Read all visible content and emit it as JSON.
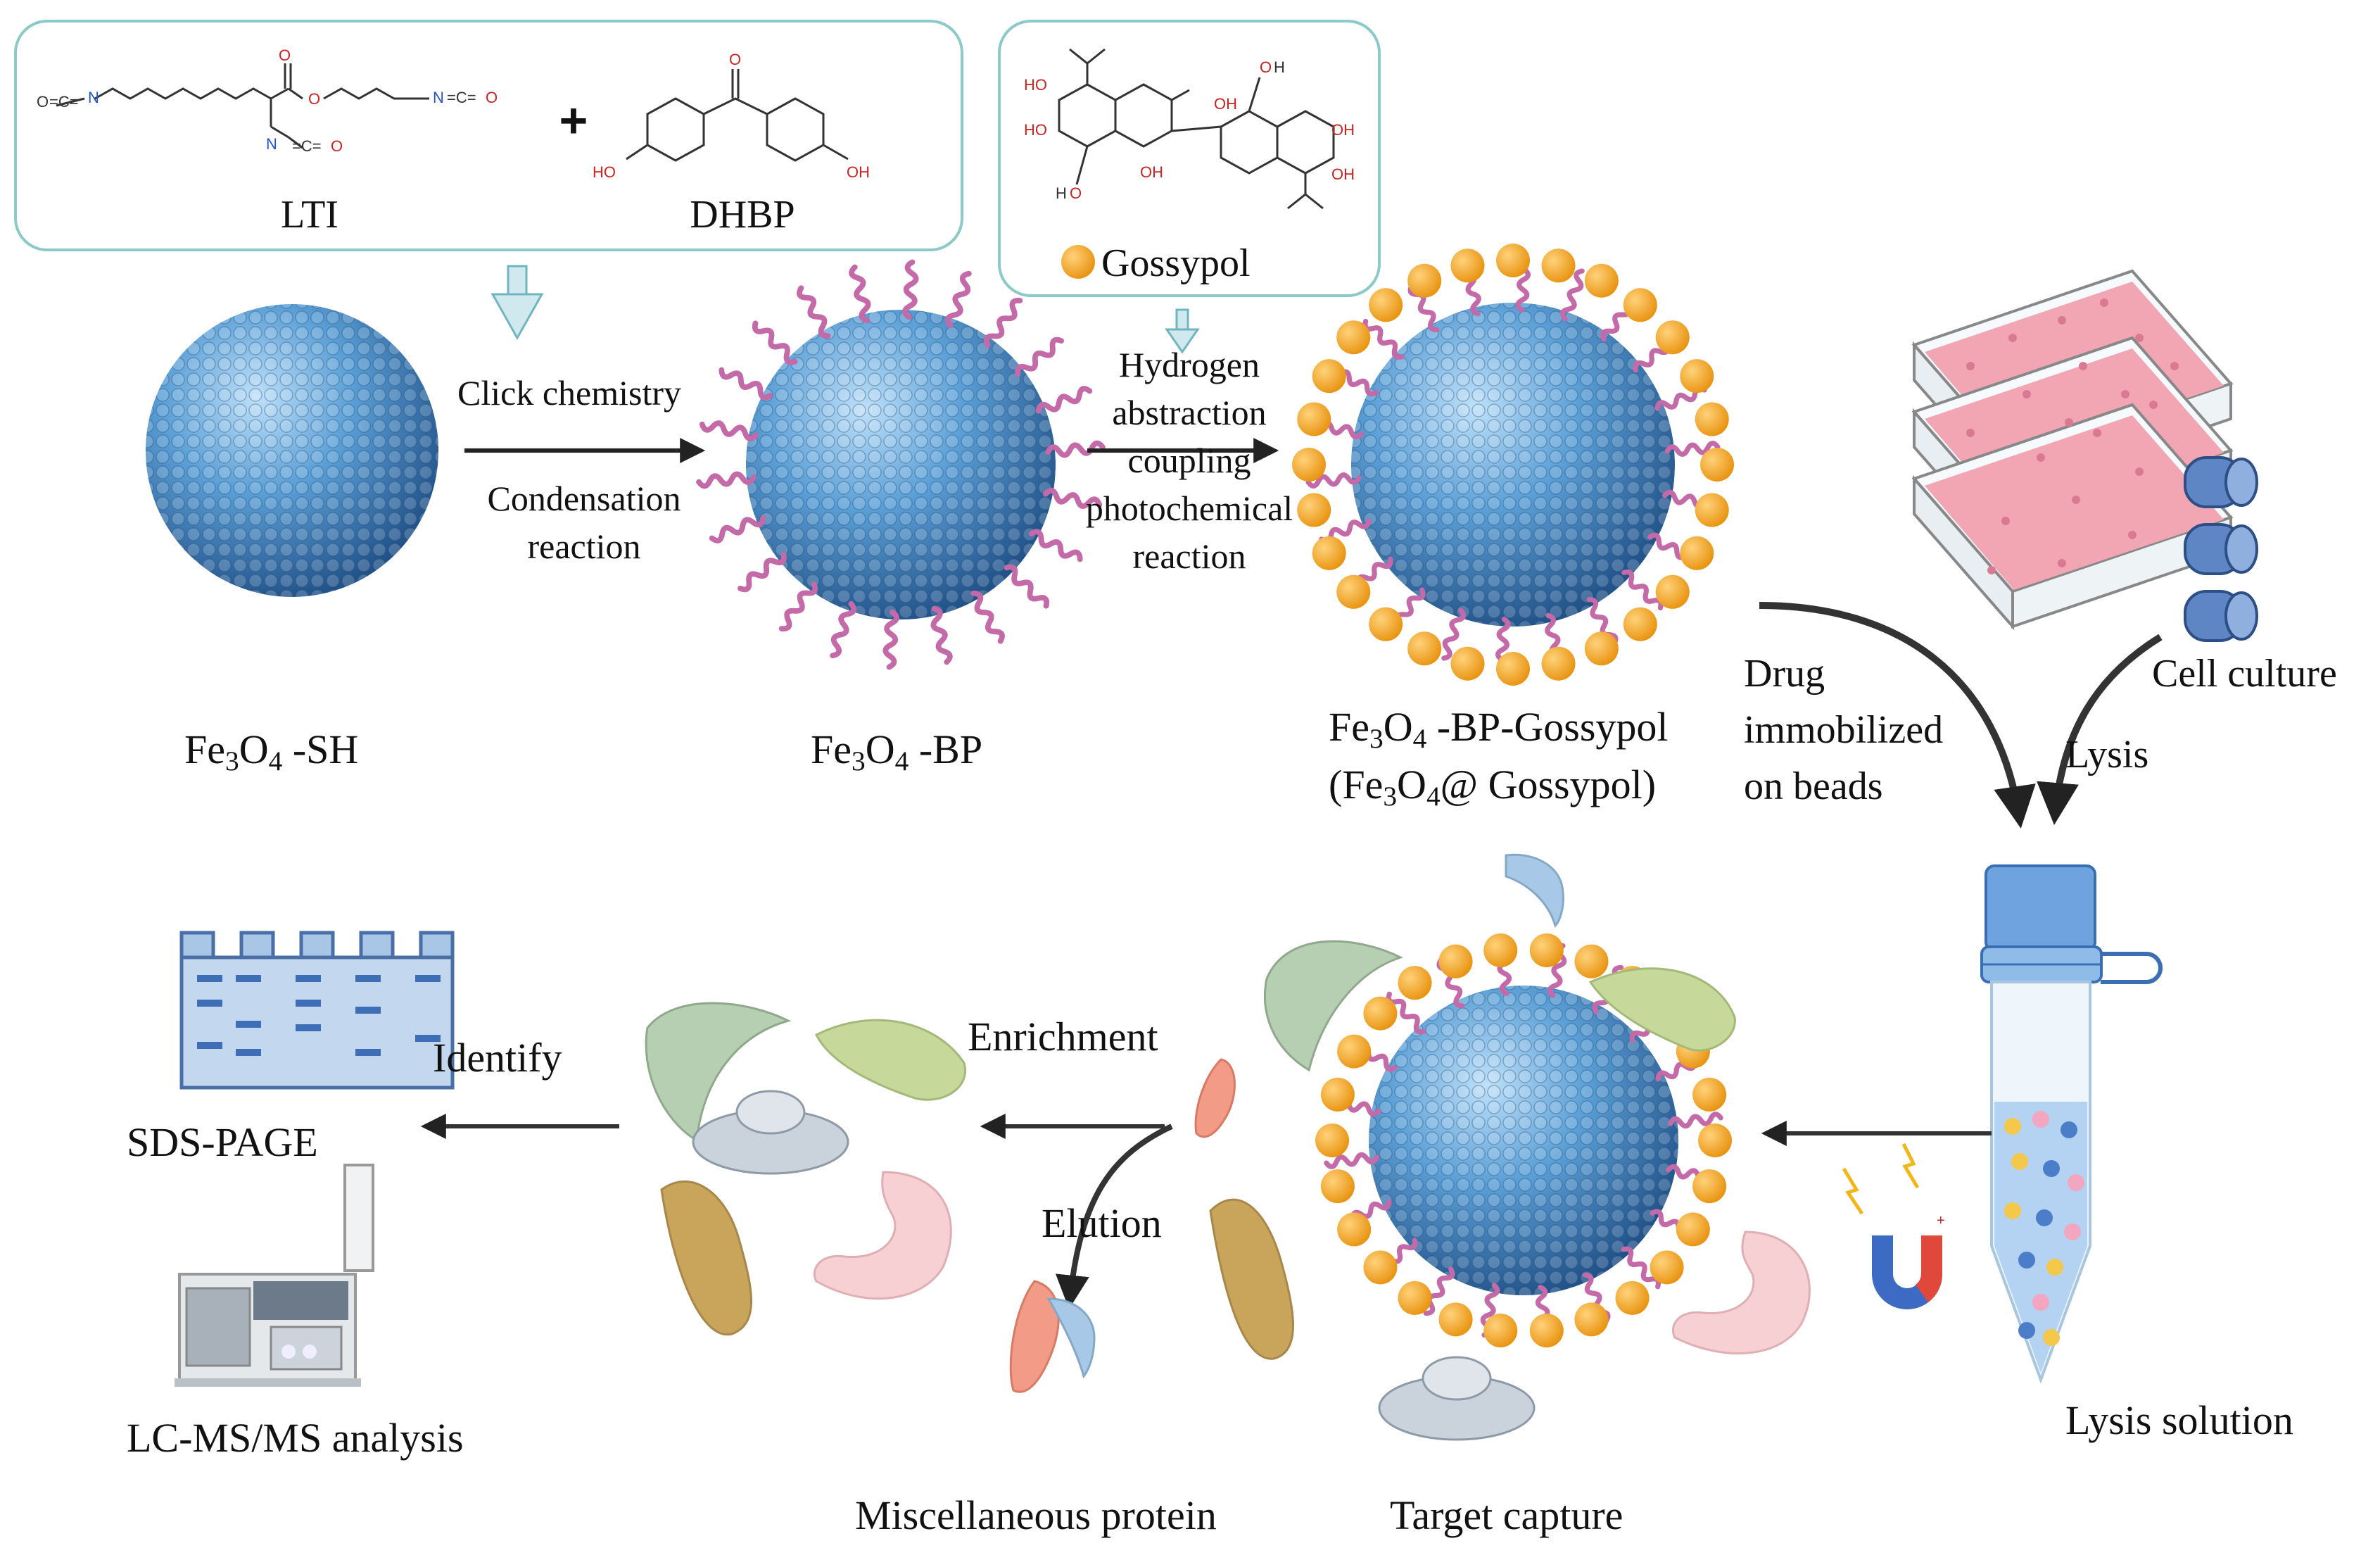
{
  "reagents": {
    "lti_name": "LTI",
    "plus": "+",
    "dhbp_name": "DHBP",
    "gossypol_name": "Gossypol",
    "atoms": {
      "O": "O",
      "N": "N",
      "C": "C",
      "HO": "HO",
      "OH": "OH",
      "H": "H"
    }
  },
  "steps": {
    "step1_line1": "Click chemistry",
    "step1_line2": "Condensation",
    "step1_line3": "reaction",
    "step2_line1": "Hydrogen",
    "step2_line2": "abstraction",
    "step2_line3": "coupling",
    "step2_line4": "photochemical",
    "step2_line5": "reaction",
    "drug_line1": "Drug",
    "drug_line2": "immobilized",
    "drug_line3": "on beads",
    "lysis": "Lysis",
    "enrichment": "Enrichment",
    "elution": "Elution",
    "identify": "Identify"
  },
  "labels": {
    "bead1": {
      "pre": "Fe",
      "sub1": "3",
      "mid": "O",
      "sub2": "4",
      "post": " -SH"
    },
    "bead2": {
      "pre": "Fe",
      "sub1": "3",
      "mid": "O",
      "sub2": "4",
      "post": " -BP"
    },
    "bead3_line1": {
      "pre": "Fe",
      "sub1": "3",
      "mid": "O",
      "sub2": "4",
      "post": " -BP-Gossypol"
    },
    "bead3_line2": {
      "pre": "(Fe",
      "sub1": "3",
      "mid": "O",
      "sub2": "4",
      "post": "@ Gossypol)"
    },
    "cell_culture": "Cell culture",
    "lysis_solution": "Lysis solution",
    "target_capture": "Target capture",
    "misc_protein": "Miscellaneous protein",
    "sds_page": "SDS-PAGE",
    "lcms": "LC-MS/MS analysis"
  },
  "colors": {
    "bead_blue": "#4a8fc8",
    "linker_pink": "#c46aa8",
    "gossypol_orange": "#f0a020",
    "box_border": "#8cc9c9",
    "flask_pink": "#f2a6b4",
    "arrow_dark": "#222222"
  }
}
